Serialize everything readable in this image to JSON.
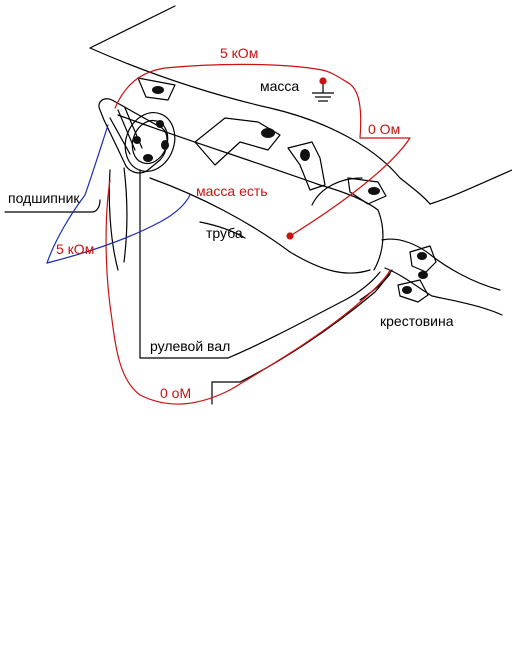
{
  "labels": {
    "res_top": "5 кОм",
    "massa": "масса",
    "res_right": "0 Ом",
    "massa_est": "масса есть",
    "podshipnik": "подшипник",
    "res_left": "5 кОм",
    "truba": "труба",
    "krestovina": "крестовина",
    "rulevoi_val": "рулевой вал",
    "res_bottom": "0  оМ"
  },
  "colors": {
    "red_wire": "#cc1111",
    "blue_wire": "#1a2bb8",
    "ink": "#000000"
  }
}
